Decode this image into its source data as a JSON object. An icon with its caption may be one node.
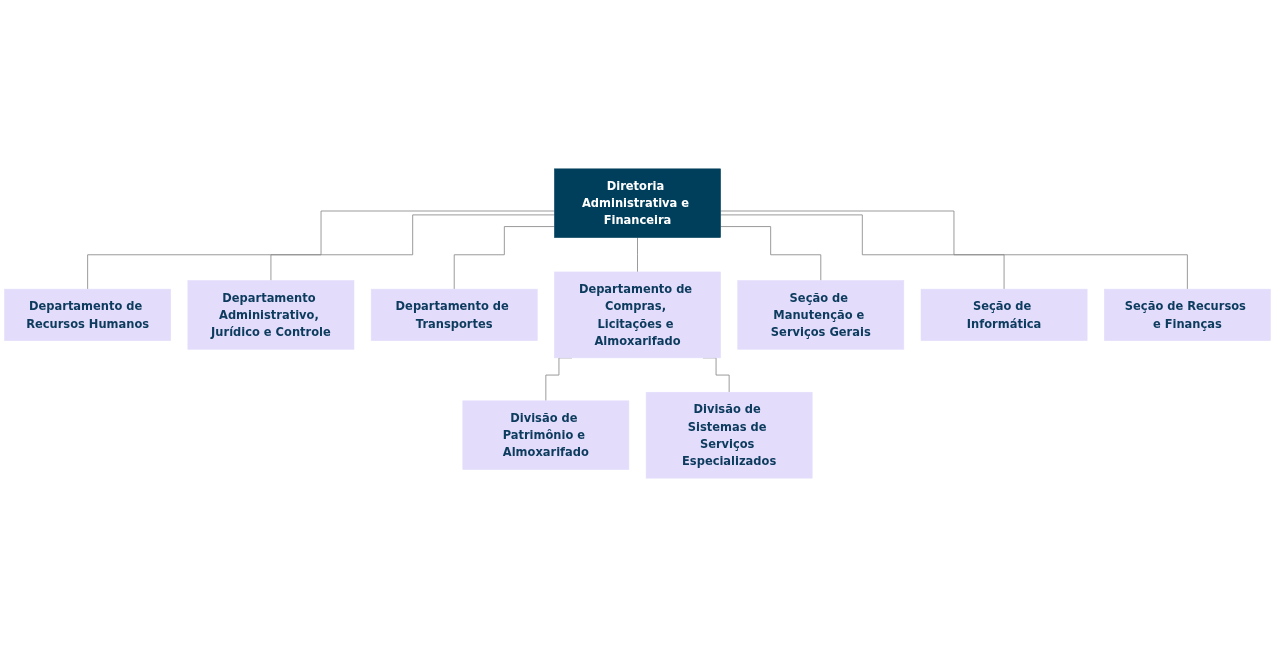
{
  "diagram": {
    "nodes": [
      {
        "text": [
          "Diretoria Administrativa e Financeira"
        ]
      },
      {
        "text": [
          "Departamento de Recursos Humanos"
        ]
      },
      {
        "text": [
          "Departamento Administrativo, Jurídico e Controle"
        ]
      },
      {
        "text": [
          "Departamento de Transportes"
        ]
      },
      {
        "text": [
          "Departamento de Compras, Licitações e Almoxarifado"
        ]
      },
      {
        "text": [
          "Divisão de Patrimônio e Almoxarifado"
        ]
      },
      {
        "text": [
          "Divisão de Sistemas de Serviços Especializados"
        ]
      },
      {
        "text": [
          "Seção de Manutenção e Serviços Gerais"
        ]
      },
      {
        "text": [
          "Seção de Informática"
        ]
      },
      {
        "text": [
          "Seção de Recursos e Finanças"
        ]
      }
    ],
    "edges": [
      {
        "from": 0,
        "to": 1,
        "arrow": "none"
      },
      {
        "from": 0,
        "to": 2,
        "arrow": "none"
      },
      {
        "from": 0,
        "to": 3,
        "arrow": "none"
      },
      {
        "from": 0,
        "to": 4,
        "arrow": "none"
      },
      {
        "from": 4,
        "to": 5,
        "arrow": "none"
      },
      {
        "from": 4,
        "to": 6,
        "arrow": "none"
      },
      {
        "from": 0,
        "to": 7,
        "arrow": "none"
      },
      {
        "from": 0,
        "to": 8,
        "arrow": "none"
      },
      {
        "from": 0,
        "to": 9,
        "arrow": "none"
      }
    ]
  }
}
